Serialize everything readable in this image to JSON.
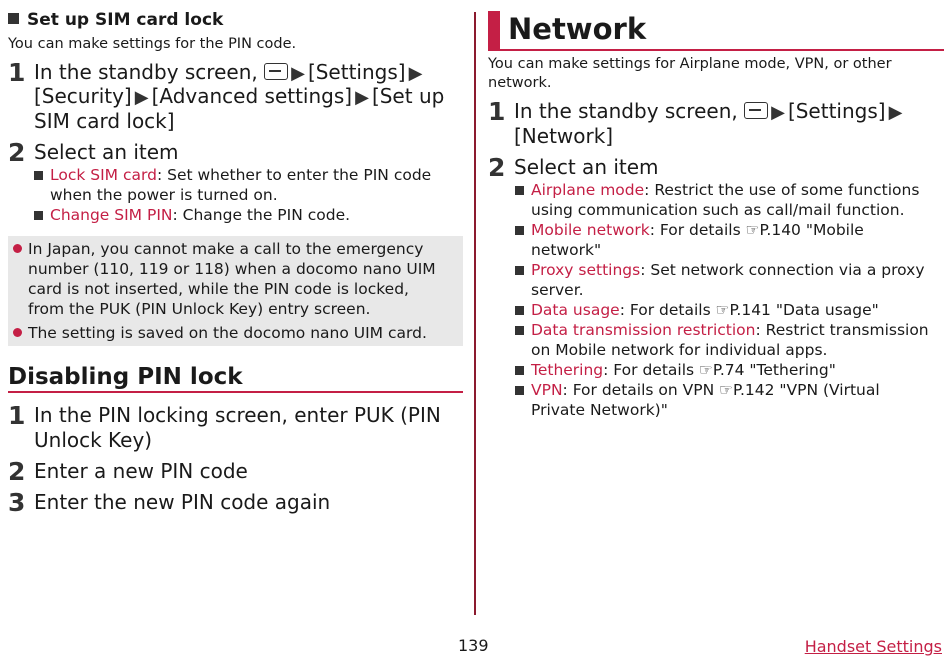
{
  "left": {
    "section1": {
      "title": "Set up SIM card lock",
      "lead": "You can make settings for the PIN code.",
      "step1": {
        "num": "1",
        "line1_a": "In the standby screen,",
        "line1_b": "[Settings]",
        "line2_a": "[Security]",
        "line2_b": "[Advanced settings]",
        "line2_c": "[Set up",
        "line3": "SIM card lock]"
      },
      "step2": {
        "num": "2",
        "text": "Select an item"
      },
      "items": [
        {
          "link": "Lock SIM card",
          "rest1": ": Set whether to enter the PIN code",
          "rest2": "when the power is turned on."
        },
        {
          "link": "Change SIM PIN",
          "rest1": ": Change the PIN code."
        }
      ]
    },
    "notes": [
      {
        "line1": "In Japan, you cannot make a call to the emergency",
        "line2": "number (110, 119 or 118) when a docomo nano UIM",
        "line3": "card is not inserted, while the PIN code is locked,",
        "line4": "from the PUK (PIN Unlock Key) entry screen."
      },
      {
        "line1": "The setting is saved on the docomo nano UIM card."
      }
    ],
    "section2": {
      "title": "Disabling PIN lock",
      "steps": [
        {
          "num": "1",
          "line1": "In the PIN locking screen, enter PUK (PIN",
          "line2": "Unlock Key)"
        },
        {
          "num": "2",
          "line1": "Enter a new PIN code"
        },
        {
          "num": "3",
          "line1": "Enter the new PIN code again"
        }
      ]
    }
  },
  "right": {
    "title": "Network",
    "lead1": "You can make settings for Airplane mode, VPN, or other",
    "lead2": "network.",
    "step1": {
      "num": "1",
      "line1_a": "In the standby screen,",
      "line1_b": "[Settings]",
      "line2": "[Network]"
    },
    "step2": {
      "num": "2",
      "text": "Select an item"
    },
    "items": [
      {
        "link": "Airplane mode",
        "rest1": ": Restrict the use of some functions",
        "rest2": "using communication such as call/mail function."
      },
      {
        "link": "Mobile network",
        "rest1": ": For details ☞P.140 \"Mobile",
        "rest2": "network\""
      },
      {
        "link": "Proxy settings",
        "rest1": ": Set network connection via a proxy",
        "rest2": "server."
      },
      {
        "link": "Data usage",
        "rest1": ": For details ☞P.141 \"Data usage\""
      },
      {
        "link": "Data transmission restriction",
        "rest1": ": Restrict transmission",
        "rest2": "on Mobile network for individual apps."
      },
      {
        "link": "Tethering",
        "rest1": ": For details ☞P.74 \"Tethering\""
      },
      {
        "link": "VPN",
        "rest1": ": For details on VPN ☞P.142 \"VPN (Virtual",
        "rest2": "Private Network)\""
      }
    ]
  },
  "footer": {
    "page": "139",
    "section": "Handset Settings"
  },
  "icons": {
    "menu_key": "menu-key-icon",
    "arrow": "triangle-right-icon"
  },
  "colors": {
    "accent": "#c41f45",
    "rule": "#8b1a2e",
    "note_bg": "#e8e8e8"
  }
}
